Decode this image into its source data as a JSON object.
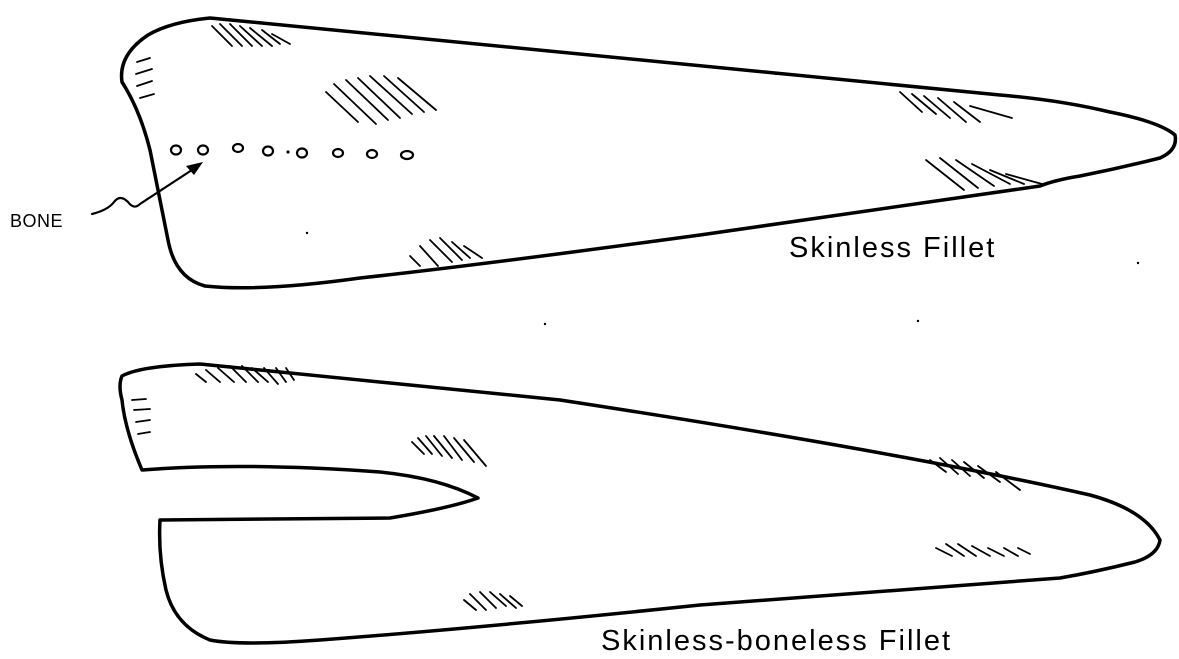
{
  "figure": {
    "labels": {
      "bone": "BONE",
      "skinless": "Skinless Fillet",
      "skinless_boneless": "Skinless-boneless Fillet"
    },
    "fillets": [
      {
        "name": "Skinless Fillet",
        "bone_marks": 8
      },
      {
        "name": "Skinless-boneless Fillet",
        "bone_marks": 0
      }
    ]
  }
}
